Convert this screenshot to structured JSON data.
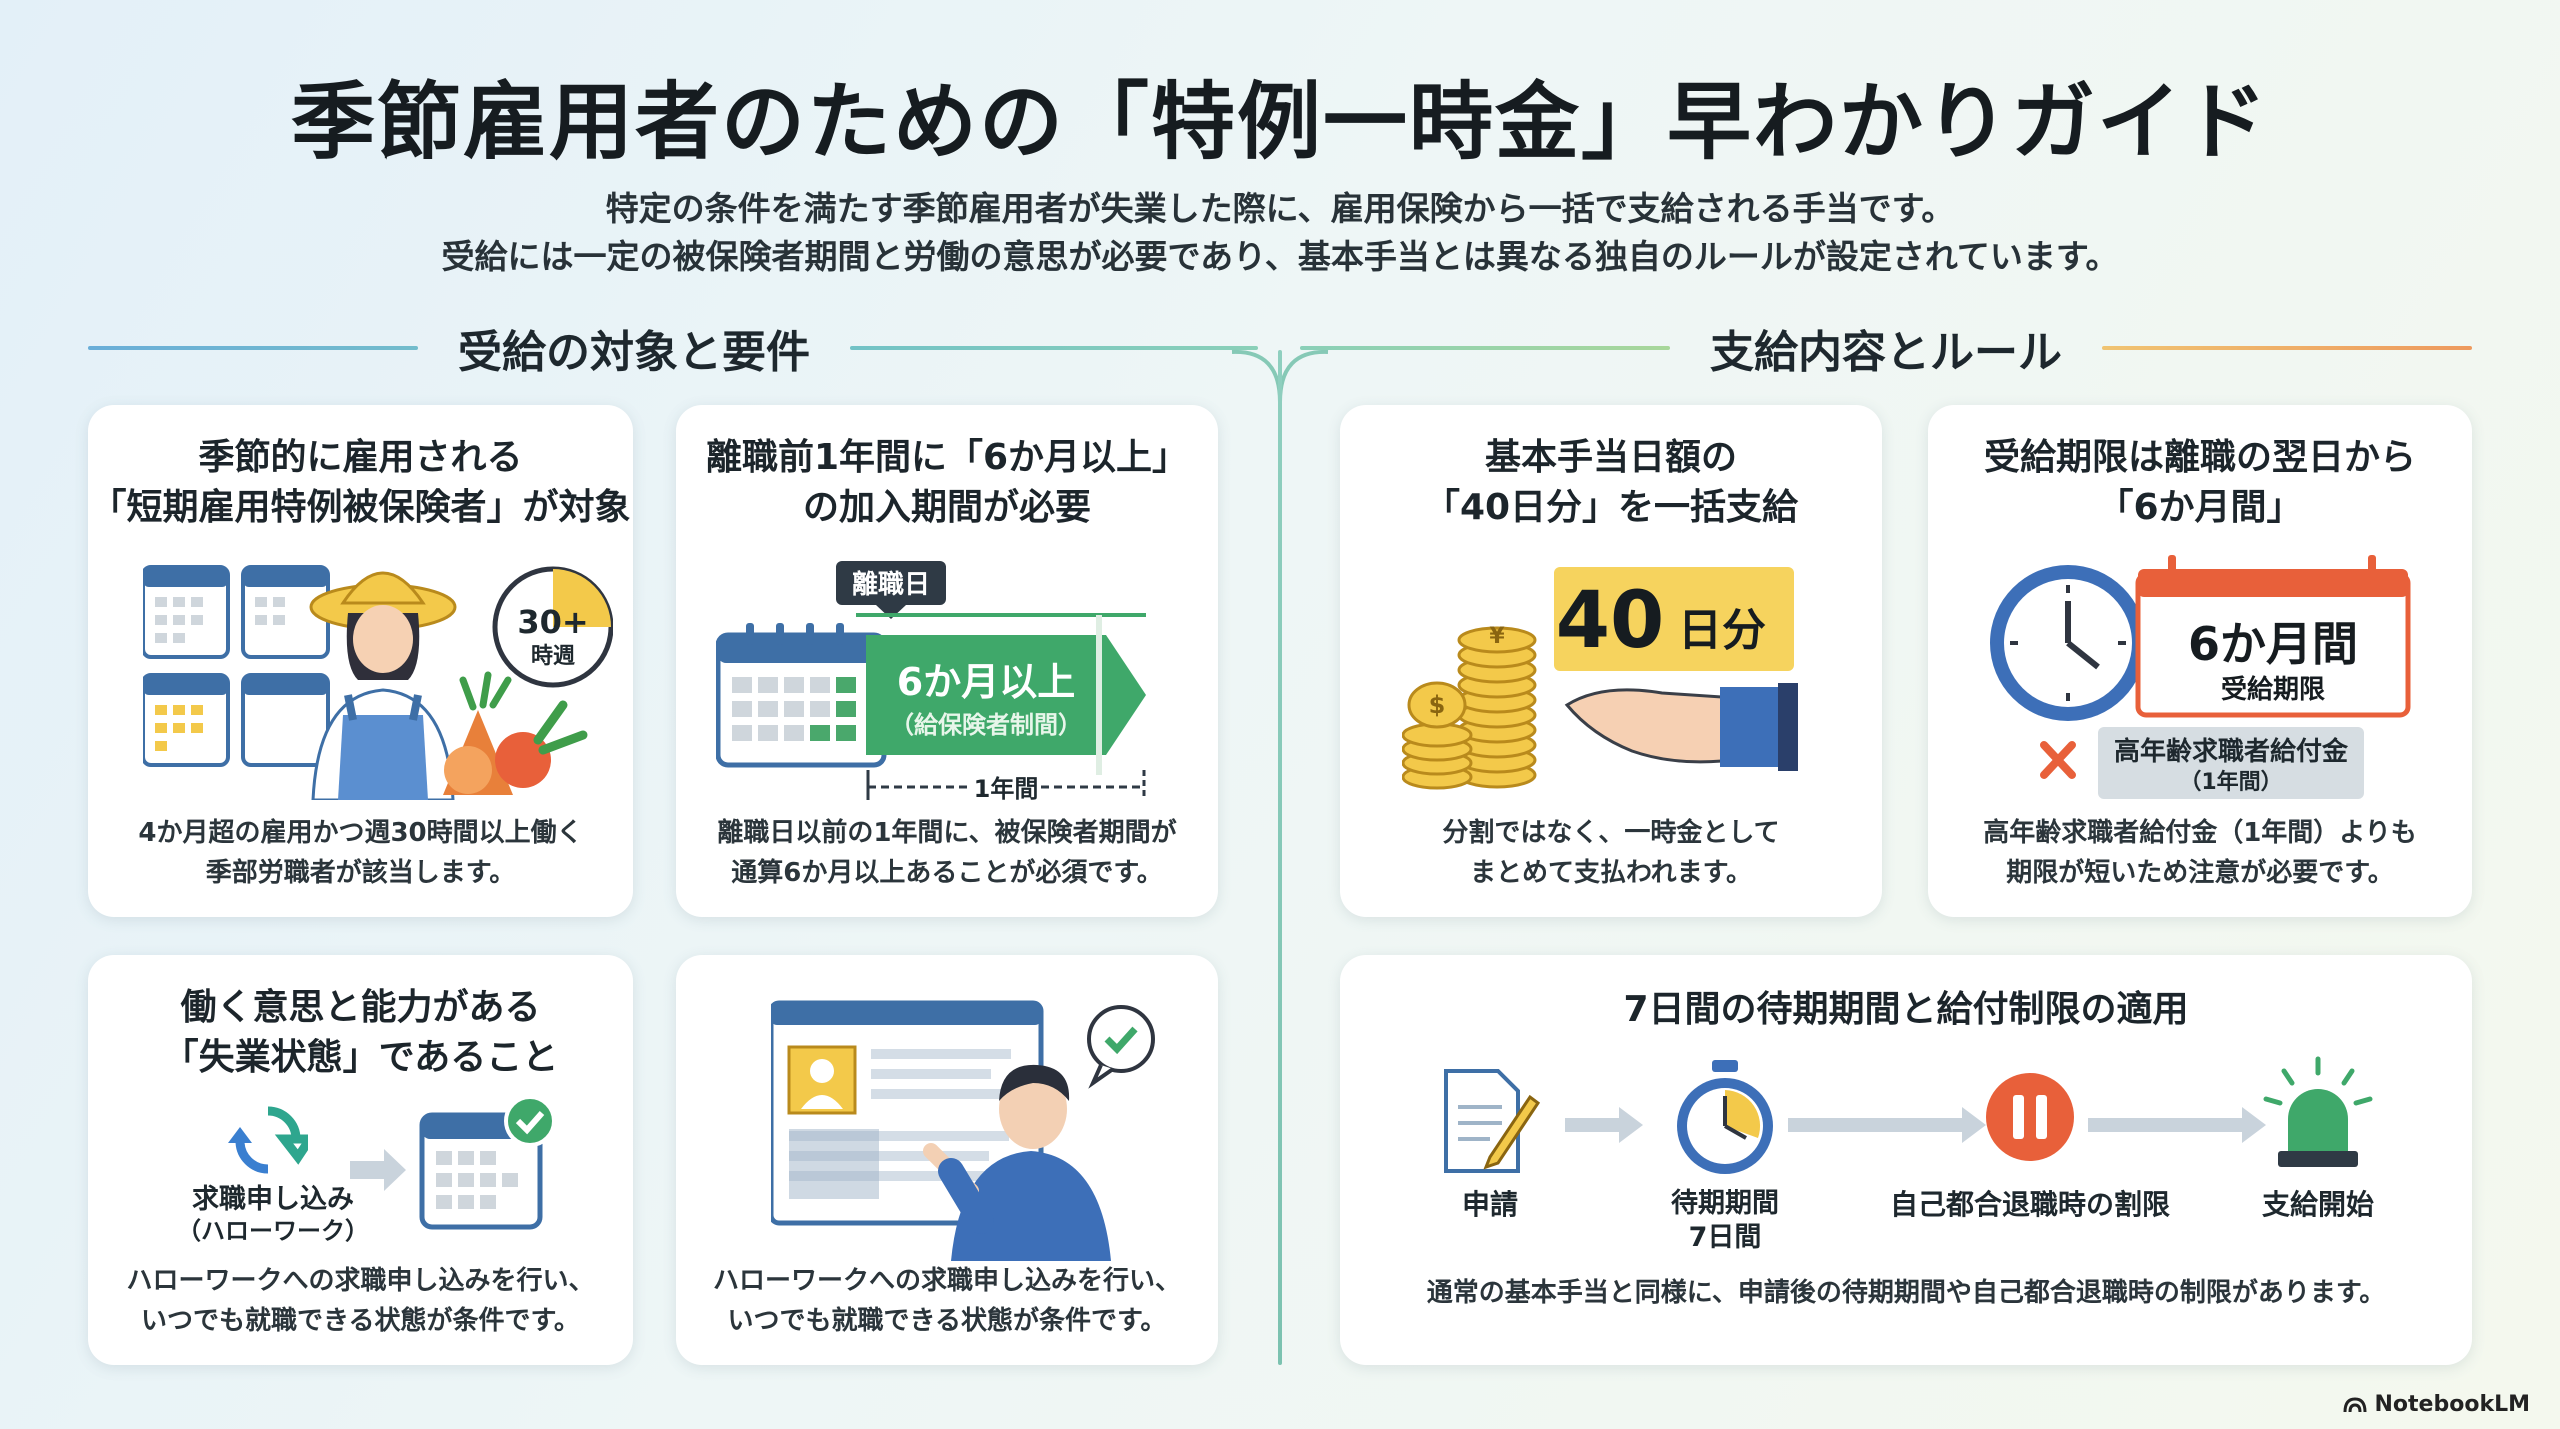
{
  "header": {
    "title": "季節雇用者のための「特例一時金」早わかりガイド",
    "subtitle_line1": "特定の条件を満たす季節雇用者が失業した際に、雇用保険から一括で支給される手当です。",
    "subtitle_line2": "受給には一定の被保険者期間と労働の意思が必要であり、基本手当とは異なる独自のルールが設定されています。"
  },
  "sections": {
    "left_title": "受給の対象と要件",
    "right_title": "支給内容とルール"
  },
  "cards": {
    "target": {
      "title1": "季節的に雇用される",
      "title2": "「短期雇用特例被保険者」が対象",
      "badge_top": "30+",
      "badge_bottom": "時週",
      "desc1": "4か月超の雇用かつ週30時間以上働く",
      "desc2": "季部労職者が該当します。"
    },
    "period": {
      "title1": "離職前1年間に「6か月以上」",
      "title2": "の加入期間が必要",
      "tag": "離職日",
      "arrow_main": "6か月以上",
      "arrow_sub": "（給保険者制間）",
      "span_label": "1年間",
      "desc1": "離職日以前の1年間に、被保険者期間が",
      "desc2": "通算6か月以上あることが必須です。"
    },
    "unemployed": {
      "title1": "働く意思と能力がある",
      "title2": "「失業状態」であること",
      "step_label1": "求職申し込み",
      "step_label2": "（ハローワーク）",
      "desc1": "ハローワークへの求職申し込みを行い、",
      "desc2": "いつでも就職できる状態が条件です。"
    },
    "jobsearch": {
      "desc1": "ハローワークへの求職申し込みを行い、",
      "desc2": "いつでも就職できる状態が条件です。"
    },
    "lumpsum": {
      "title1": "基本手当日額の",
      "title2": "「40日分」を一括支給",
      "big_number": "40",
      "big_unit": "日分",
      "coin_yen": "¥",
      "coin_dollar": "$",
      "desc1": "分割ではなく、一時金として",
      "desc2": "まとめて支払われます。"
    },
    "deadline": {
      "title1": "受給期限は離職の翌日から",
      "title2": "「6か月間」",
      "cal_main": "6か月間",
      "cal_sub": "受給期限",
      "compare1": "高年齢求職者給付金",
      "compare2": "（1年間）",
      "desc1": "高年齢求職者給付金（1年間）よりも",
      "desc2": "期限が短いため注意が必要です。"
    },
    "waiting": {
      "title": "7日間の待期期間と給付制限の適用",
      "steps": [
        {
          "label": "申請",
          "label2": ""
        },
        {
          "label": "待期期間",
          "label2": "7日間"
        },
        {
          "label": "自己都合退職時の割限",
          "label2": ""
        },
        {
          "label": "支給開始",
          "label2": ""
        }
      ],
      "desc": "通常の基本手当と同様に、申請後の待期期間や自己都合退職時の制限があります。"
    }
  },
  "footer": {
    "brand": "NotebookLM"
  },
  "colors": {
    "accent_green": "#3fa86a",
    "accent_yellow": "#f3c94a",
    "accent_blue": "#3d6ea8",
    "accent_red": "#e85a3c"
  }
}
